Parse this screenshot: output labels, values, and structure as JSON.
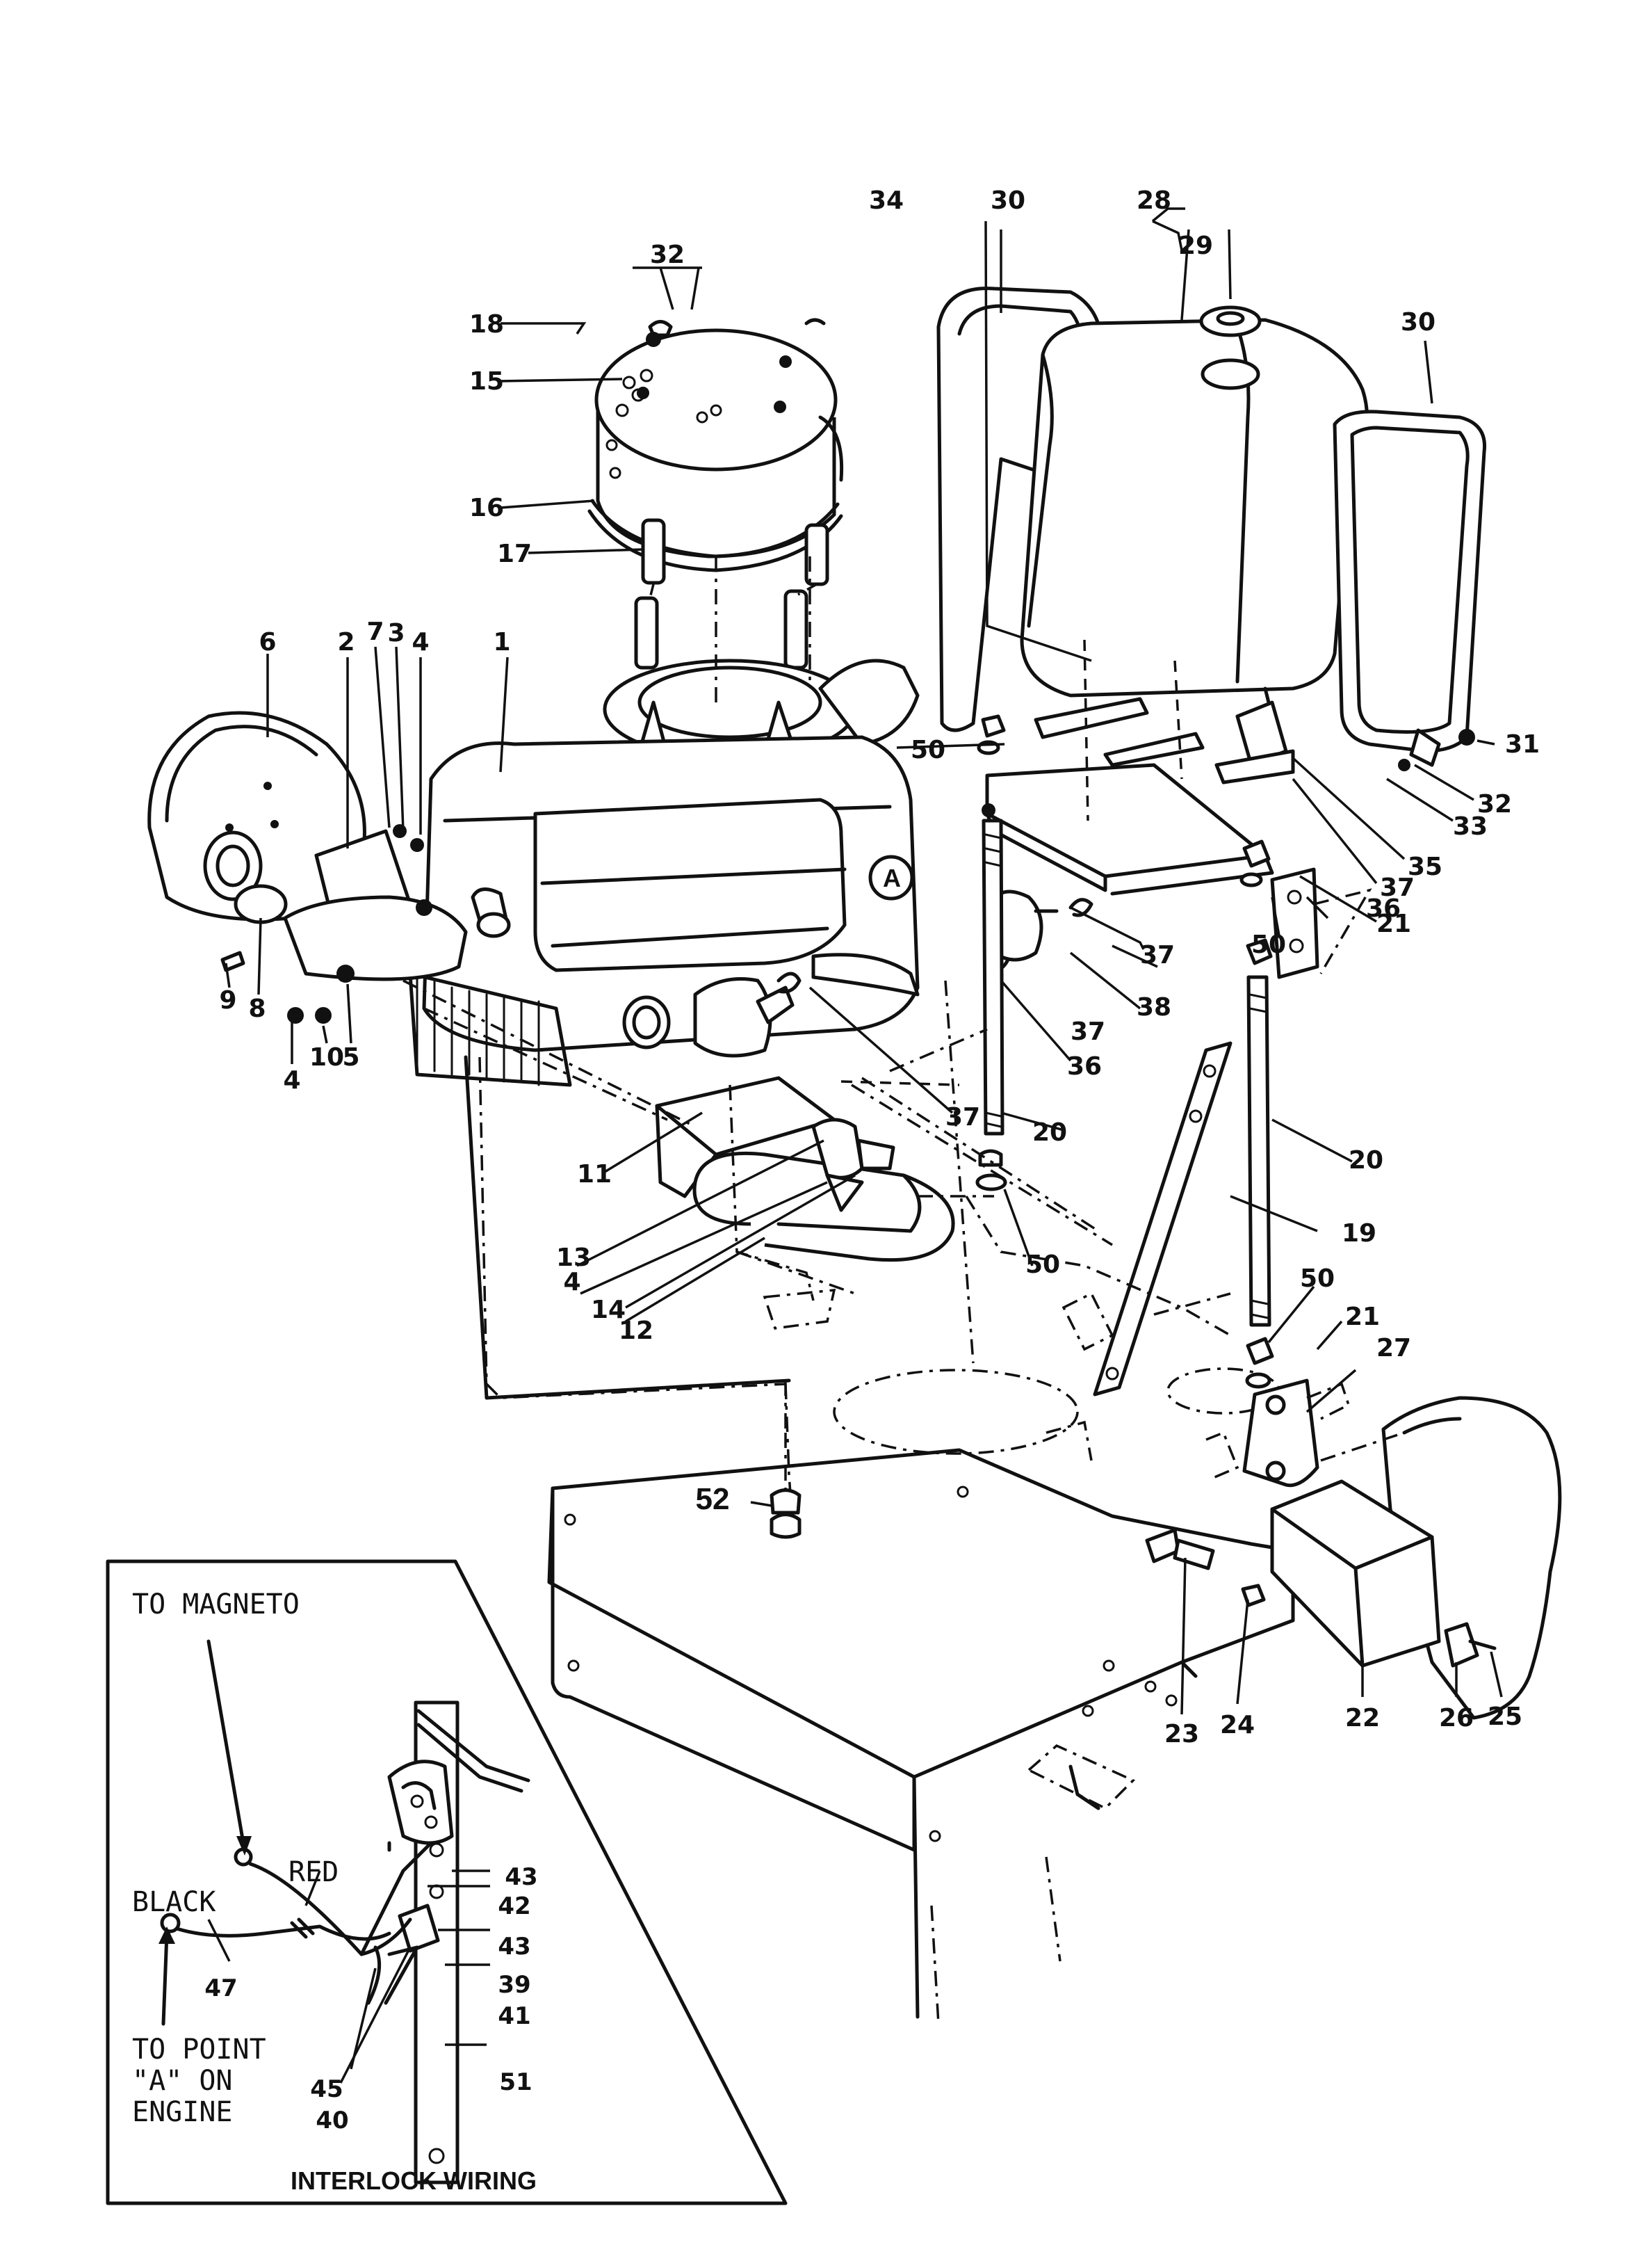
{
  "diagram": {
    "part_numbers": [
      {
        "key": "p1",
        "text": "1"
      },
      {
        "key": "p2",
        "text": "2"
      },
      {
        "key": "p3",
        "text": "3"
      },
      {
        "key": "p4a",
        "text": "4"
      },
      {
        "key": "p4b",
        "text": "4"
      },
      {
        "key": "p4c",
        "text": "4"
      },
      {
        "key": "p5",
        "text": "5"
      },
      {
        "key": "p6",
        "text": "6"
      },
      {
        "key": "p7",
        "text": "7"
      },
      {
        "key": "p8",
        "text": "8"
      },
      {
        "key": "p9",
        "text": "9"
      },
      {
        "key": "p10",
        "text": "10"
      },
      {
        "key": "p11",
        "text": "11"
      },
      {
        "key": "p12",
        "text": "12"
      },
      {
        "key": "p13",
        "text": "13"
      },
      {
        "key": "p14",
        "text": "14"
      },
      {
        "key": "p15",
        "text": "15"
      },
      {
        "key": "p16",
        "text": "16"
      },
      {
        "key": "p17",
        "text": "17"
      },
      {
        "key": "p18",
        "text": "18"
      },
      {
        "key": "p19",
        "text": "19"
      },
      {
        "key": "p20a",
        "text": "20"
      },
      {
        "key": "p20b",
        "text": "20"
      },
      {
        "key": "p21a",
        "text": "21"
      },
      {
        "key": "p21b",
        "text": "21"
      },
      {
        "key": "p22",
        "text": "22"
      },
      {
        "key": "p23",
        "text": "23"
      },
      {
        "key": "p24",
        "text": "24"
      },
      {
        "key": "p25",
        "text": "25"
      },
      {
        "key": "p26",
        "text": "26"
      },
      {
        "key": "p27",
        "text": "27"
      },
      {
        "key": "p28",
        "text": "28"
      },
      {
        "key": "p29",
        "text": "29"
      },
      {
        "key": "p30a",
        "text": "30"
      },
      {
        "key": "p30b",
        "text": "30"
      },
      {
        "key": "p31",
        "text": "31"
      },
      {
        "key": "p32a",
        "text": "32"
      },
      {
        "key": "p32b",
        "text": "32"
      },
      {
        "key": "p33",
        "text": "33"
      },
      {
        "key": "p34",
        "text": "34"
      },
      {
        "key": "p35",
        "text": "35"
      },
      {
        "key": "p36a",
        "text": "36"
      },
      {
        "key": "p36b",
        "text": "36"
      },
      {
        "key": "p37a",
        "text": "37"
      },
      {
        "key": "p37b",
        "text": "37"
      },
      {
        "key": "p37c",
        "text": "37"
      },
      {
        "key": "p37d",
        "text": "37"
      },
      {
        "key": "p38",
        "text": "38"
      },
      {
        "key": "p50a",
        "text": "50"
      },
      {
        "key": "p50b",
        "text": "50"
      },
      {
        "key": "p50c",
        "text": "50"
      },
      {
        "key": "p50d",
        "text": "50"
      },
      {
        "key": "p52",
        "text": "52"
      },
      {
        "key": "pA",
        "text": "A"
      }
    ],
    "inset": {
      "title": "INTERLOCK WIRING",
      "to_magneto": "TO MAGNETO",
      "red": "RED",
      "black": "BLACK",
      "to_point_line1": "TO POINT",
      "to_point_line2": "\"A\" ON",
      "to_point_line3": "ENGINE",
      "numbers": [
        {
          "key": "n39",
          "text": "39"
        },
        {
          "key": "n40",
          "text": "40"
        },
        {
          "key": "n41",
          "text": "41"
        },
        {
          "key": "n42",
          "text": "42"
        },
        {
          "key": "n43a",
          "text": "43"
        },
        {
          "key": "n43b",
          "text": "43"
        },
        {
          "key": "n45",
          "text": "45"
        },
        {
          "key": "n47",
          "text": "47"
        },
        {
          "key": "n51",
          "text": "51"
        }
      ]
    }
  }
}
